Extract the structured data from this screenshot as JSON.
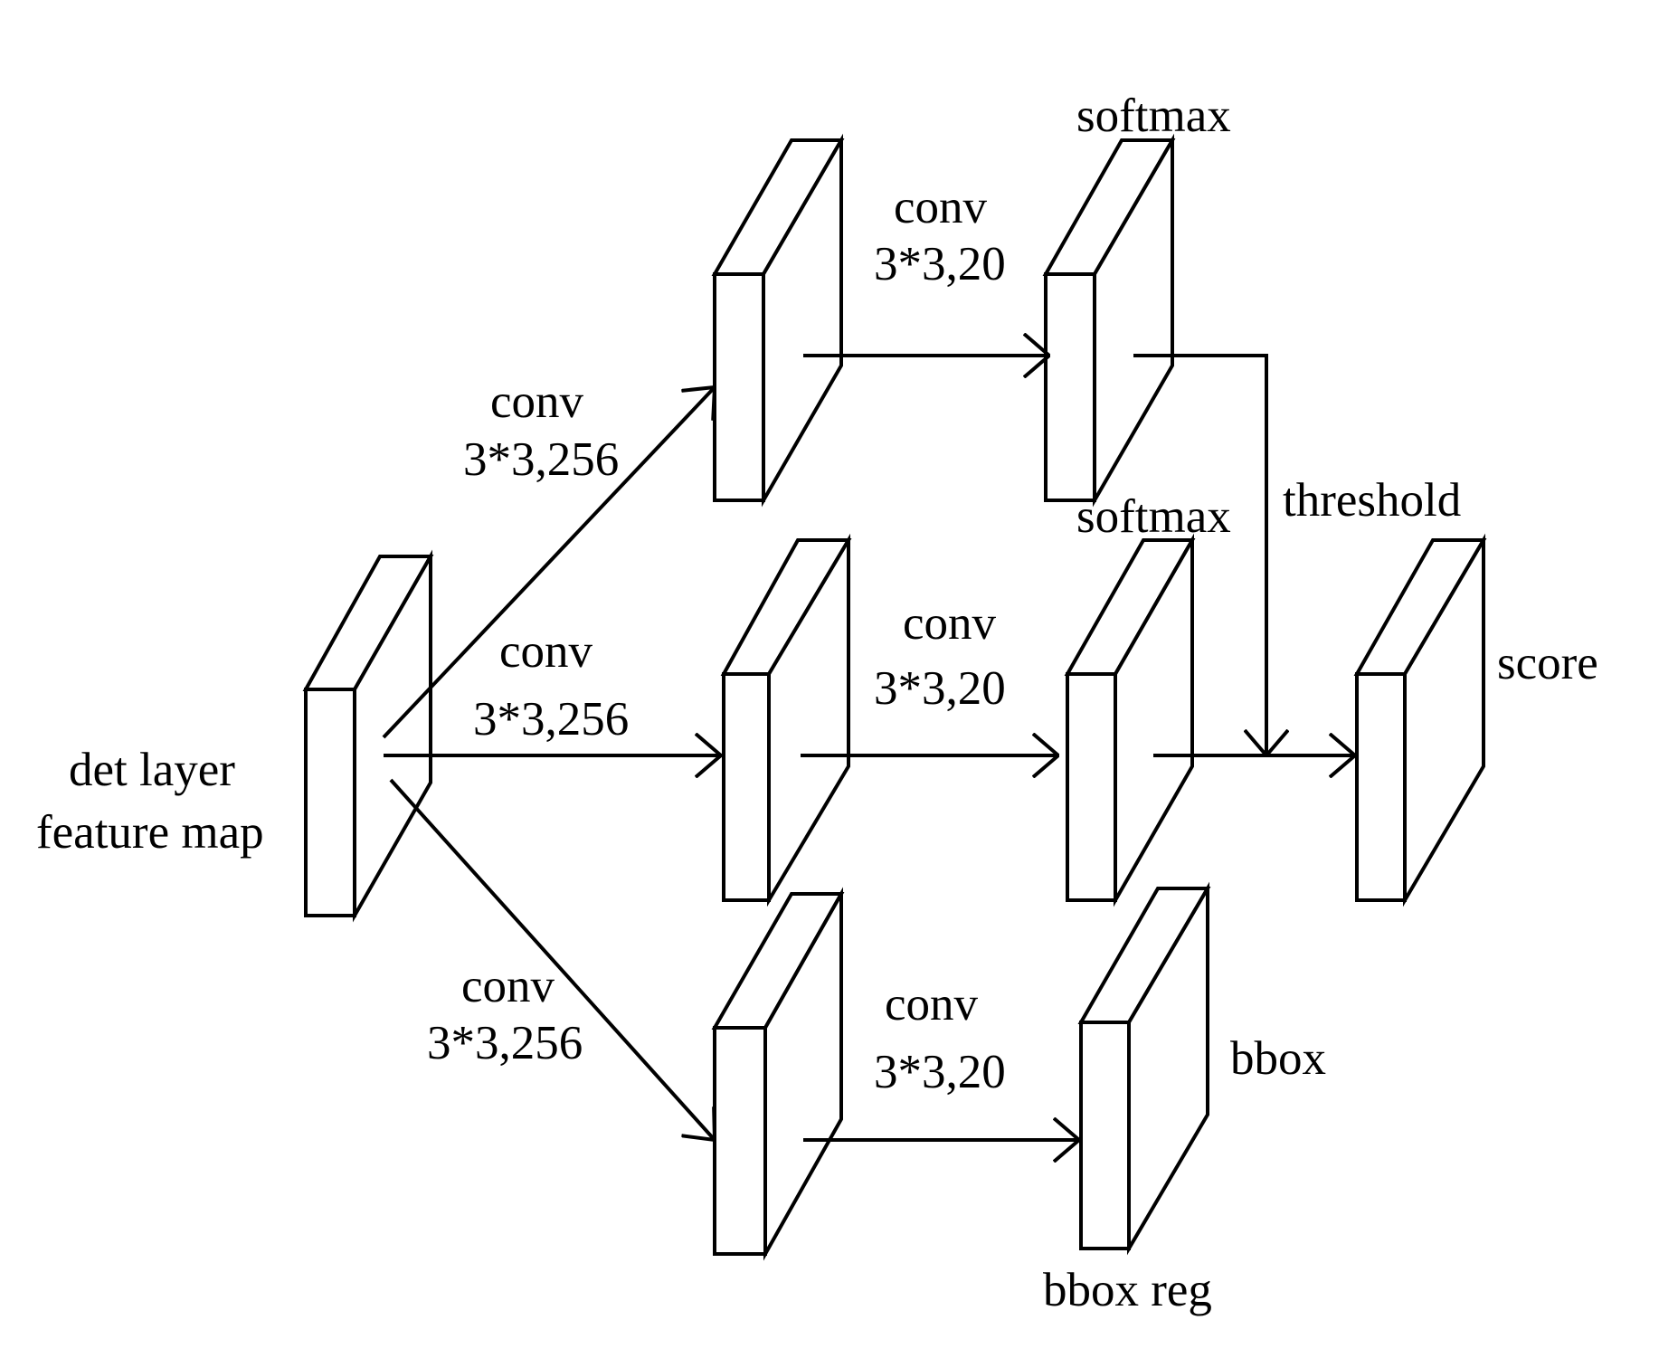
{
  "colors": {
    "background": "#ffffff",
    "stroke": "#000000",
    "text": "#000000"
  },
  "labels": {
    "input_line1": "det layer",
    "input_line2": "feature map",
    "conv_top_line1": "conv",
    "conv_top_line2": "3*3,256",
    "conv_mid_line1": "conv",
    "conv_mid_line2": "3*3,256",
    "conv_bot_line1": "conv",
    "conv_bot_line2": "3*3,256",
    "conv20_top_line1": "conv",
    "conv20_top_line2": "3*3,20",
    "conv20_mid_line1": "conv",
    "conv20_mid_line2": "3*3,20",
    "conv20_bot_line1": "conv",
    "conv20_bot_line2": "3*3,20",
    "softmax_top": "softmax",
    "softmax_mid": "softmax",
    "threshold": "threshold",
    "score": "score",
    "bbox": "bbox",
    "bbox_reg": "bbox reg"
  }
}
